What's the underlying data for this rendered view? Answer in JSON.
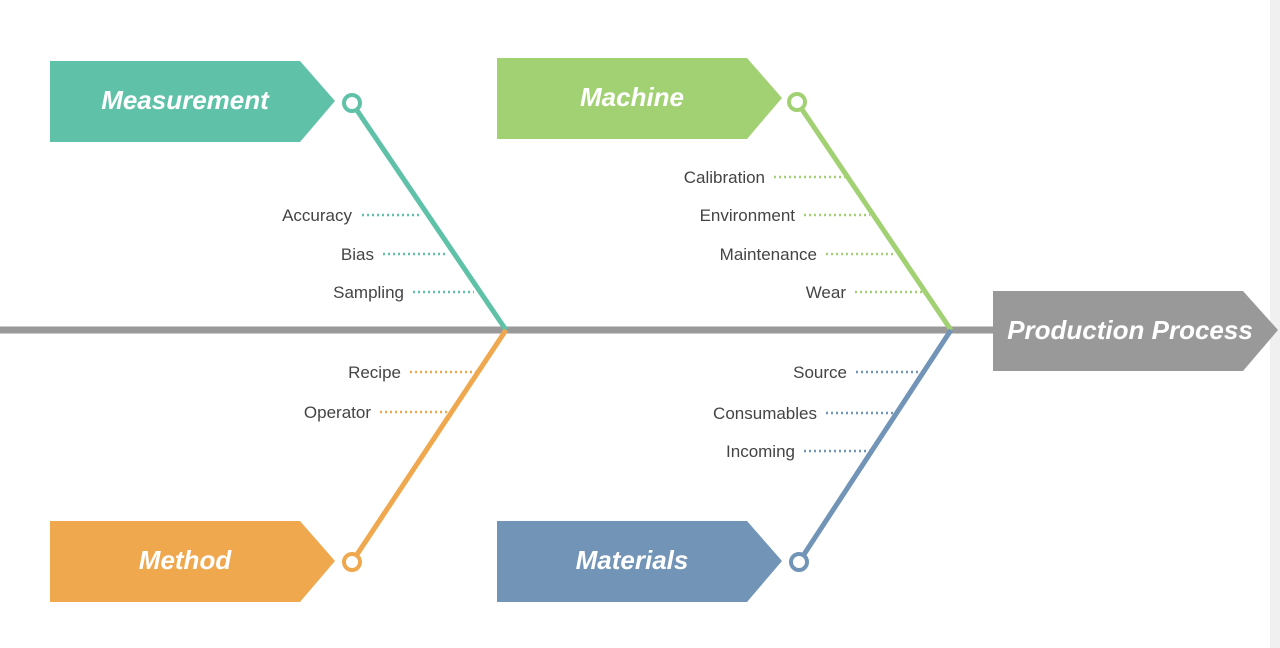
{
  "effect": {
    "label": "Production Process",
    "color": "#999999"
  },
  "spine_color": "#999999",
  "categories": {
    "measurement": {
      "label": "Measurement",
      "color": "#5fc2a8",
      "causes": [
        "Accuracy",
        "Bias",
        "Sampling"
      ]
    },
    "machine": {
      "label": "Machine",
      "color": "#a2d173",
      "causes": [
        "Calibration",
        "Environment",
        "Maintenance",
        "Wear"
      ]
    },
    "method": {
      "label": "Method",
      "color": "#f0a84f",
      "causes": [
        "Recipe",
        "Operator"
      ]
    },
    "materials": {
      "label": "Materials",
      "color": "#7194b7",
      "causes": [
        "Source",
        "Consumables",
        "Incoming"
      ]
    }
  }
}
